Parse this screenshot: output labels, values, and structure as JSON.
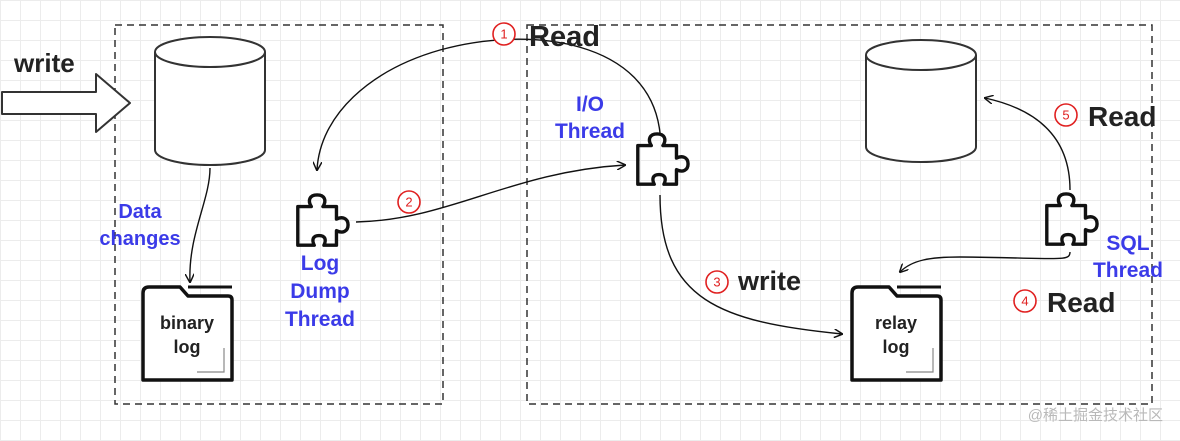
{
  "colors": {
    "accent_blue": "#3b3be8",
    "step_red": "#e02020",
    "stroke": "#111111"
  },
  "icons": [
    "database-cylinder-icon",
    "puzzle-piece-icon",
    "folder-file-icon",
    "hollow-arrow-icon"
  ],
  "labels": {
    "write_input": "write",
    "data_changes_line1": "Data",
    "data_changes_line2": "changes",
    "binary_log_line1": "binary",
    "binary_log_line2": "log",
    "log_dump_line1": "Log",
    "log_dump_line2": "Dump",
    "log_dump_line3": "Thread",
    "io_thread_line1": "I/O",
    "io_thread_line2": "Thread",
    "sql_thread_line1": "SQL",
    "sql_thread_line2": "Thread",
    "relay_log_line1": "relay",
    "relay_log_line2": "log"
  },
  "steps": [
    {
      "num": "1",
      "text": "Read"
    },
    {
      "num": "2",
      "text": ""
    },
    {
      "num": "3",
      "text": "write"
    },
    {
      "num": "4",
      "text": "Read"
    },
    {
      "num": "5",
      "text": "Read"
    }
  ],
  "watermark": "@稀土掘金技术社区"
}
